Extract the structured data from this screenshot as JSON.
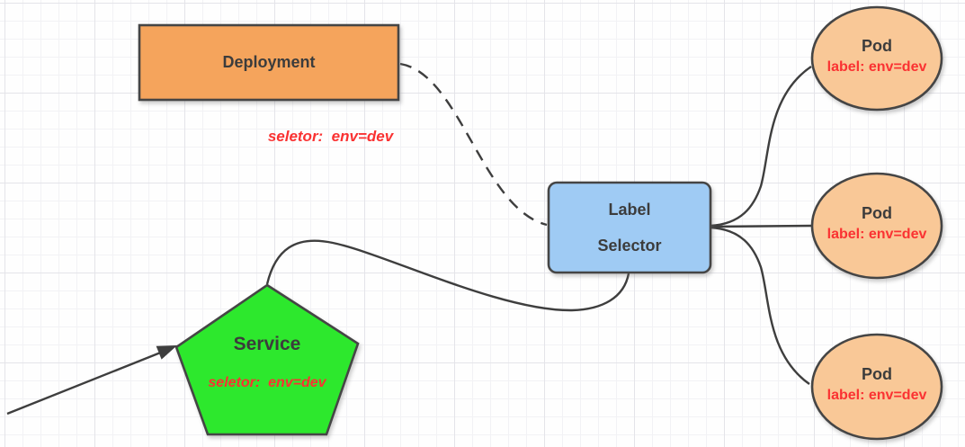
{
  "diagram": {
    "deployment": {
      "label": "Deployment"
    },
    "deployment_note": "seletor:  env=dev",
    "label_selector": {
      "line1": "Label",
      "line2": "Selector"
    },
    "service": {
      "label": "Service",
      "note": "seletor:  env=dev"
    },
    "pods": [
      {
        "title": "Pod",
        "label": "label: env=dev"
      },
      {
        "title": "Pod",
        "label": "label: env=dev"
      },
      {
        "title": "Pod",
        "label": "label: env=dev"
      }
    ]
  },
  "colors": {
    "deployment_fill": "#F5A45C",
    "selector_fill": "#9FCBF4",
    "service_fill": "#2DE82D",
    "pod_fill": "#F9C897",
    "stroke_dark": "#454545",
    "annotation_red": "#FA3232",
    "text_dark": "#3C3C3C"
  }
}
